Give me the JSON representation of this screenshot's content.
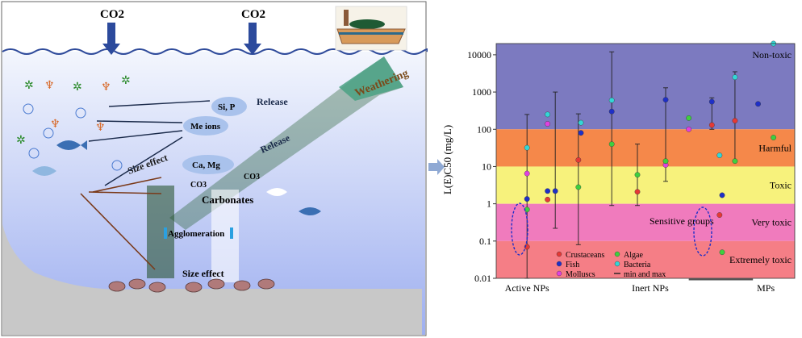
{
  "scene": {
    "co2_left": "CO2",
    "co2_right": "CO2",
    "weathering": "Weathering",
    "release_top": "Release",
    "release_mid": "Release",
    "si_p": "Si, P",
    "me_ions": "Me ions",
    "ca_mg": "Ca, Mg",
    "co3_left": "CO3",
    "co3_right": "CO3",
    "carbonates": "Carbonates",
    "size_effect_top": "Size effect",
    "agglomeration": "Agglomeration",
    "size_effect_bottom": "Size effect"
  },
  "chart_data": {
    "type": "scatter",
    "ylabel": "L(E)C50 (mg/L)",
    "yscale": "log",
    "ylim": [
      0.01,
      20000
    ],
    "yticks": [
      "0.01",
      "0.1",
      "1",
      "10",
      "100",
      "1000",
      "10000"
    ],
    "categories": [
      "Active NPs",
      "Inert NPs",
      "MPs"
    ],
    "bands": [
      {
        "label": "Non-toxic",
        "from": 100,
        "to": 20000,
        "color": "#7c7ac0"
      },
      {
        "label": "Harmful",
        "from": 10,
        "to": 100,
        "color": "#f5884a"
      },
      {
        "label": "Toxic",
        "from": 1,
        "to": 10,
        "color": "#f7f27c"
      },
      {
        "label": "Very toxic",
        "from": 0.1,
        "to": 1,
        "color": "#f07bbd"
      },
      {
        "label": "Extremely toxic",
        "from": 0.01,
        "to": 0.1,
        "color": "#f57e86"
      }
    ],
    "annotation": "Sensitive groups",
    "legend": [
      {
        "name": "Crustaceans",
        "color": "#e53935",
        "kind": "point"
      },
      {
        "name": "Algae",
        "color": "#3fcf3f",
        "kind": "point"
      },
      {
        "name": "Fish",
        "color": "#1e2fc8",
        "kind": "point"
      },
      {
        "name": "Bacteria",
        "color": "#33d6d6",
        "kind": "point"
      },
      {
        "name": "Molluscs",
        "color": "#e040e0",
        "kind": "point"
      },
      {
        "name": "min and max",
        "color": "#222222",
        "kind": "dash"
      }
    ],
    "points": [
      {
        "x": 0.12,
        "y": 0.07,
        "group": "Crustaceans",
        "min": 0.01,
        "max": 250
      },
      {
        "x": 0.12,
        "y": 0.7,
        "group": "Algae"
      },
      {
        "x": 0.12,
        "y": 1.35,
        "group": "Fish"
      },
      {
        "x": 0.12,
        "y": 6.5,
        "group": "Molluscs"
      },
      {
        "x": 0.12,
        "y": 32,
        "group": "Bacteria"
      },
      {
        "x": 0.2,
        "y": 1.3,
        "group": "Crustaceans"
      },
      {
        "x": 0.2,
        "y": 2.2,
        "group": "Fish"
      },
      {
        "x": 0.2,
        "y": 140,
        "group": "Molluscs"
      },
      {
        "x": 0.2,
        "y": 250,
        "group": "Bacteria"
      },
      {
        "x": 0.23,
        "y": 2.2,
        "group": "Fish",
        "min": 0.22,
        "max": 1000
      },
      {
        "x": 0.32,
        "y": 2.8,
        "group": "Algae"
      },
      {
        "x": 0.32,
        "y": 15,
        "group": "Crustaceans",
        "min": 0.08,
        "max": 260
      },
      {
        "x": 0.33,
        "y": 80,
        "group": "Fish"
      },
      {
        "x": 0.33,
        "y": 150,
        "group": "Bacteria"
      },
      {
        "x": 0.45,
        "y": 40,
        "group": "Algae"
      },
      {
        "x": 0.45,
        "y": 300,
        "group": "Fish",
        "min": 0.9,
        "max": 12000
      },
      {
        "x": 0.45,
        "y": 600,
        "group": "Bacteria"
      },
      {
        "x": 0.55,
        "y": 2.1,
        "group": "Crustaceans",
        "min": 0.9,
        "max": 40
      },
      {
        "x": 0.55,
        "y": 6.0,
        "group": "Algae"
      },
      {
        "x": 0.66,
        "y": 11,
        "group": "Molluscs"
      },
      {
        "x": 0.66,
        "y": 14,
        "group": "Algae"
      },
      {
        "x": 0.66,
        "y": 620,
        "group": "Fish",
        "min": 4,
        "max": 1300
      },
      {
        "x": 0.75,
        "y": 100,
        "group": "Molluscs"
      },
      {
        "x": 0.75,
        "y": 200,
        "group": "Algae"
      },
      {
        "x": 0.84,
        "y": 130,
        "group": "Crustaceans"
      },
      {
        "x": 0.84,
        "y": 550,
        "group": "Fish",
        "min": 100,
        "max": 700
      },
      {
        "x": 0.88,
        "y": 1.7,
        "group": "Fish"
      },
      {
        "x": 0.88,
        "y": 0.05,
        "group": "Algae"
      },
      {
        "x": 0.87,
        "y": 0.5,
        "group": "Crustaceans"
      },
      {
        "x": 0.87,
        "y": 20,
        "group": "Bacteria"
      },
      {
        "x": 0.93,
        "y": 170,
        "group": "Crustaceans",
        "min": 14,
        "max": 3500
      },
      {
        "x": 0.93,
        "y": 14,
        "group": "Algae"
      },
      {
        "x": 0.93,
        "y": 2500,
        "group": "Bacteria"
      },
      {
        "x": 1.02,
        "y": 480,
        "group": "Fish"
      },
      {
        "x": 1.08,
        "y": 60,
        "group": "Algae"
      },
      {
        "x": 1.08,
        "y": 20000,
        "group": "Bacteria"
      }
    ]
  }
}
